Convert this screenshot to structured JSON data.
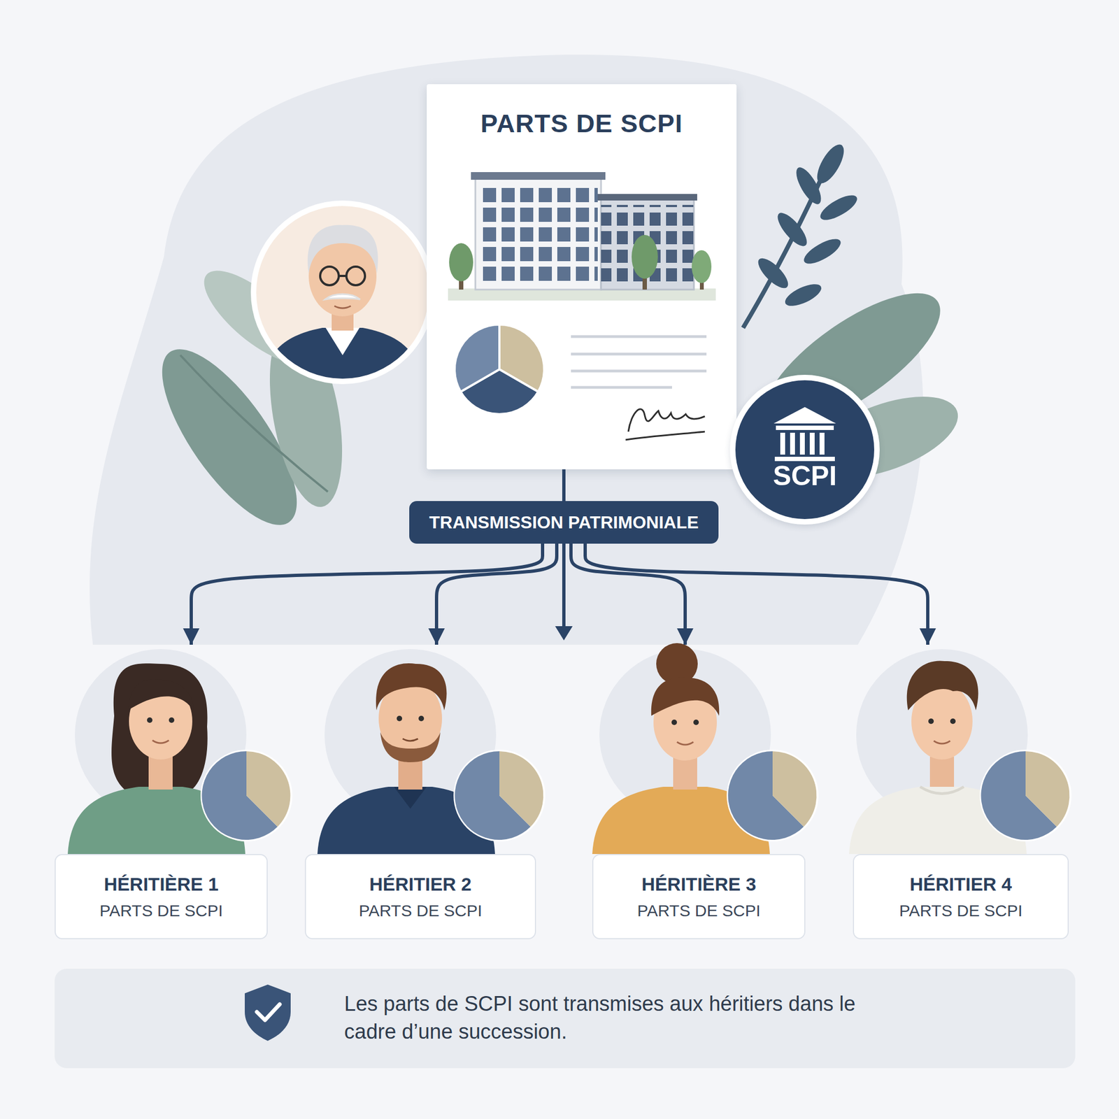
{
  "diagram": {
    "caption": "Les parts de SCPI sont transmises aux héritiers dans le cadre d’une succession.",
    "nodes": [
      {
        "text": [
          "PARTS DE SCPI"
        ]
      },
      {
        "text": [
          "SCPI"
        ]
      },
      {
        "text": [
          "TRANSMISSION PATRIMONIALE"
        ]
      },
      {
        "text": [
          "HÉRITIÈRE 1",
          "PARTS DE SCPI"
        ]
      },
      {
        "text": [
          "HÉRITIER 2",
          "PARTS DE SCPI"
        ]
      },
      {
        "text": [
          "HÉRITIÈRE 3",
          "PARTS DE SCPI"
        ]
      },
      {
        "text": [
          "HÉRITIER 4",
          "PARTS DE SCPI"
        ]
      }
    ],
    "edges": [
      {
        "from": 0,
        "to": 2,
        "arrow": "none"
      },
      {
        "from": 2,
        "to": 3,
        "arrow": "to"
      },
      {
        "from": 2,
        "to": 4,
        "arrow": "to"
      },
      {
        "from": 2,
        "to": 5,
        "arrow": "to"
      },
      {
        "from": 2,
        "to": 6,
        "arrow": "to"
      }
    ]
  }
}
